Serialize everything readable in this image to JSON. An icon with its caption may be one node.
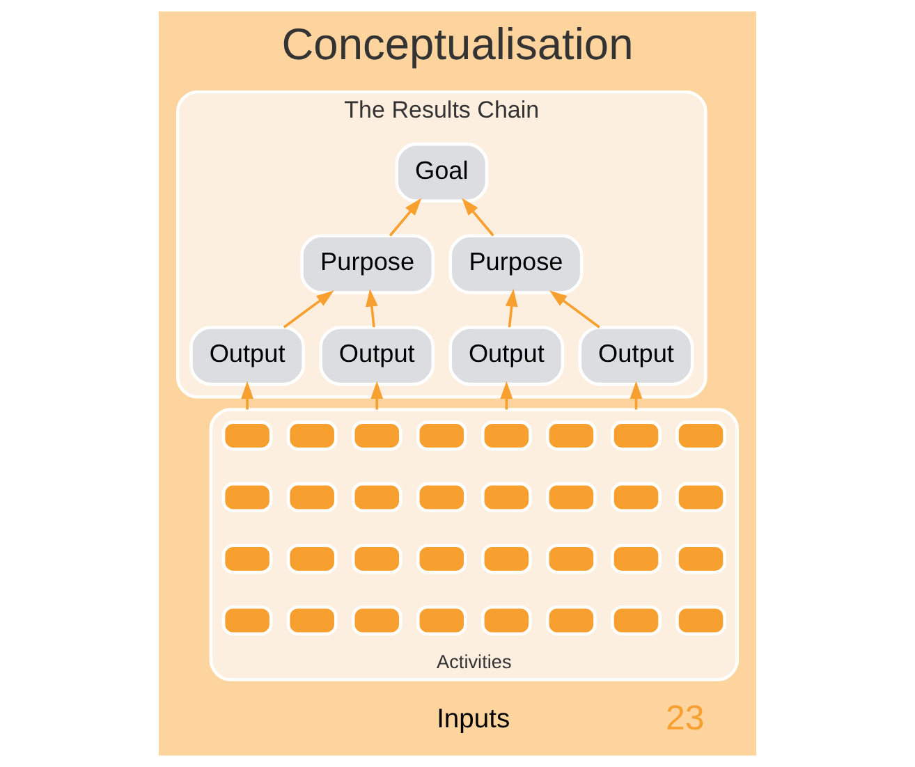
{
  "diagram": {
    "title": "Conceptualisation",
    "nodes": [
      {
        "text": [
          "The Results Chain"
        ]
      },
      {
        "text": [
          "Goal"
        ],
        "in": 0
      },
      {
        "text": [
          "Purpose"
        ],
        "in": 0
      },
      {
        "text": [
          "Purpose"
        ],
        "in": 0
      },
      {
        "text": [
          "Output"
        ],
        "in": 0
      },
      {
        "text": [
          "Output"
        ],
        "in": 0
      },
      {
        "text": [
          "Output"
        ],
        "in": 0
      },
      {
        "text": [
          "Output"
        ],
        "in": 0
      },
      {
        "text": [
          "Activities"
        ]
      },
      {
        "text": [],
        "shape": "box",
        "in": 8
      },
      {
        "text": [],
        "shape": "box",
        "in": 8
      },
      {
        "text": [],
        "shape": "box",
        "in": 8
      },
      {
        "text": [],
        "shape": "box",
        "in": 8
      },
      {
        "text": [],
        "shape": "box",
        "in": 8
      },
      {
        "text": [],
        "shape": "box",
        "in": 8
      },
      {
        "text": [],
        "shape": "box",
        "in": 8
      },
      {
        "text": [],
        "shape": "box",
        "in": 8
      },
      {
        "text": [],
        "shape": "box",
        "in": 8
      },
      {
        "text": [],
        "shape": "box",
        "in": 8
      },
      {
        "text": [],
        "shape": "box",
        "in": 8
      },
      {
        "text": [],
        "shape": "box",
        "in": 8
      },
      {
        "text": [],
        "shape": "box",
        "in": 8
      },
      {
        "text": [],
        "shape": "box",
        "in": 8
      },
      {
        "text": [],
        "shape": "box",
        "in": 8
      },
      {
        "text": [],
        "shape": "box",
        "in": 8
      },
      {
        "text": [],
        "shape": "box",
        "in": 8
      },
      {
        "text": [],
        "shape": "box",
        "in": 8
      },
      {
        "text": [],
        "shape": "box",
        "in": 8
      },
      {
        "text": [],
        "shape": "box",
        "in": 8
      },
      {
        "text": [],
        "shape": "box",
        "in": 8
      },
      {
        "text": [],
        "shape": "box",
        "in": 8
      },
      {
        "text": [],
        "shape": "box",
        "in": 8
      },
      {
        "text": [],
        "shape": "box",
        "in": 8
      },
      {
        "text": [],
        "shape": "box",
        "in": 8
      },
      {
        "text": [],
        "shape": "box",
        "in": 8
      },
      {
        "text": [],
        "shape": "box",
        "in": 8
      },
      {
        "text": [],
        "shape": "box",
        "in": 8
      },
      {
        "text": [],
        "shape": "box",
        "in": 8
      },
      {
        "text": [],
        "shape": "box",
        "in": 8
      },
      {
        "text": [],
        "shape": "box",
        "in": 8
      },
      {
        "text": [],
        "shape": "box",
        "in": 8
      }
    ],
    "edges": [
      {
        "from": 4,
        "to": 2,
        "arrow": "to"
      },
      {
        "from": 5,
        "to": 2,
        "arrow": "to"
      },
      {
        "from": 6,
        "to": 3,
        "arrow": "to"
      },
      {
        "from": 7,
        "to": 3,
        "arrow": "to"
      },
      {
        "from": 2,
        "to": 1,
        "arrow": "to"
      },
      {
        "from": 3,
        "to": 1,
        "arrow": "to"
      },
      {
        "from": 8,
        "to": 4,
        "arrow": "to"
      },
      {
        "from": 8,
        "to": 5,
        "arrow": "to"
      },
      {
        "from": 8,
        "to": 6,
        "arrow": "to"
      },
      {
        "from": 8,
        "to": 7,
        "arrow": "to"
      }
    ],
    "labels": [
      "Inputs",
      "23"
    ]
  }
}
